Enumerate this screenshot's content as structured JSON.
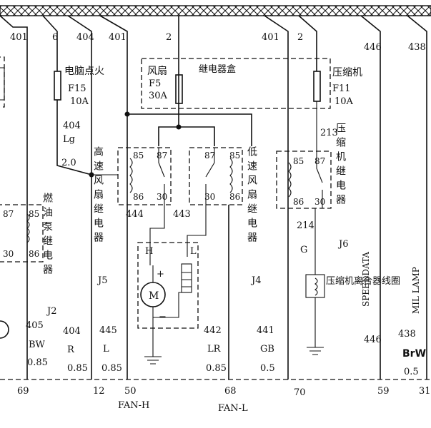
{
  "wires_top": [
    {
      "id": "w401a",
      "label": "401"
    },
    {
      "id": "w6",
      "label": "6"
    },
    {
      "id": "w404",
      "label": "404"
    },
    {
      "id": "w401b",
      "label": "401"
    },
    {
      "id": "w2a",
      "label": "2"
    },
    {
      "id": "w401c",
      "label": "401"
    },
    {
      "id": "w2b",
      "label": "2"
    },
    {
      "id": "w446",
      "label": "446"
    },
    {
      "id": "w438",
      "label": "438"
    }
  ],
  "relay_box": {
    "label": "继电器盒"
  },
  "fuses": {
    "ignition": {
      "name": "电脑点火",
      "id": "F15",
      "rating": "10A"
    },
    "fan": {
      "name": "风扇",
      "id": "F5",
      "rating": "30A"
    },
    "compressor": {
      "name": "压缩机",
      "id": "F11",
      "rating": "10A"
    }
  },
  "wire_mid": {
    "w404": {
      "num": "404",
      "color": "Lg",
      "gauge": "2.0"
    },
    "w213": {
      "num": "213"
    },
    "w444": {
      "num": "444"
    },
    "w443": {
      "num": "443"
    },
    "w214": {
      "num": "214"
    },
    "w214_color": {
      "color": "G"
    }
  },
  "relays": {
    "fuel_pump": {
      "name": "燃油泵继电器",
      "id": "J2",
      "pins": [
        "87",
        "85",
        "30",
        "86"
      ]
    },
    "high_fan": {
      "name": "高速风扇继电器",
      "id": "J5",
      "pins": [
        "85",
        "87",
        "86",
        "30"
      ]
    },
    "low_fan": {
      "name": "低速风扇继电器",
      "id": "J4",
      "pins": [
        "87",
        "85",
        "30",
        "86"
      ]
    },
    "compressor": {
      "name": "压缩机继电器",
      "id": "J6",
      "pins": [
        "85",
        "87",
        "86",
        "30"
      ]
    }
  },
  "motor": {
    "symbol": "M",
    "h": "H",
    "l": "L",
    "plus": "+",
    "minus": "−"
  },
  "clutch": {
    "name": "压缩机离合器线圈"
  },
  "side_labels": {
    "speed": "SPEEDDATA",
    "lamp": "MIL LAMP"
  },
  "wire_bottom": [
    {
      "num": "405",
      "color": "BW",
      "gauge": "0.85"
    },
    {
      "num": "404",
      "color": "R",
      "gauge": "0.85"
    },
    {
      "num": "445",
      "color": "L",
      "gauge": "0.85"
    },
    {
      "num": "442",
      "color": "LR",
      "gauge": "0.85"
    },
    {
      "num": "441",
      "color": "GB",
      "gauge": "0.5"
    },
    {
      "num": "446"
    },
    {
      "num": "438",
      "color": "BrW",
      "gauge": "0.5"
    }
  ],
  "pins_bottom": [
    "69",
    "12",
    "50",
    "68",
    "70",
    "59",
    "31"
  ],
  "fan_labels": {
    "high": "FAN-H",
    "low": "FAN-L"
  }
}
